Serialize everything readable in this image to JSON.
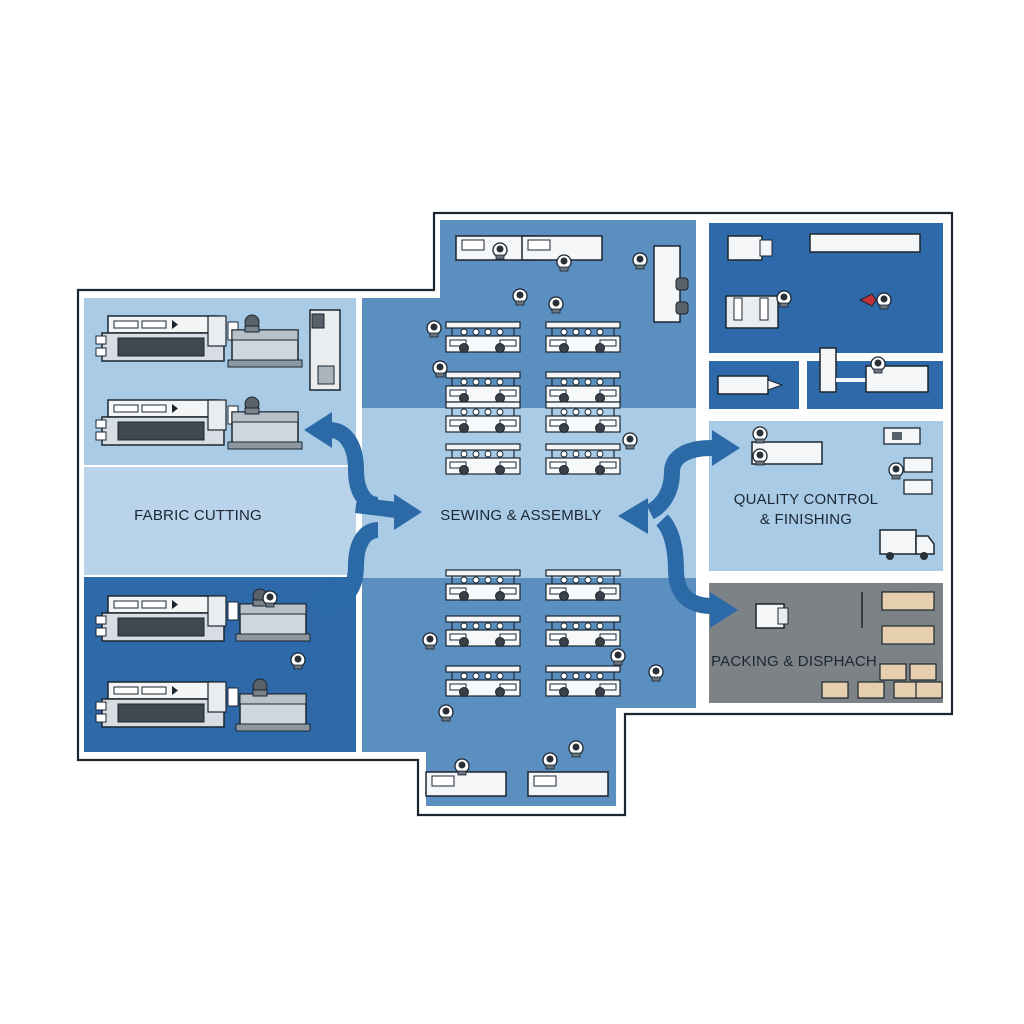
{
  "zones": {
    "cutting": {
      "label": "FABRIC CUTTING"
    },
    "sewing": {
      "label": "SEWING & ASSEMBLY"
    },
    "qc": {
      "label_lines": [
        "QUALITY CONTROL",
        "& FINISHING"
      ]
    },
    "packing": {
      "label": "PACKING & DISPHACH"
    }
  },
  "colors": {
    "light_blue": "#a9cbe6",
    "mid_blue": "#5a8fc0",
    "dark_blue": "#2e6aaa",
    "grey_zone": "#7d8286",
    "arrow": "#2b6aa6",
    "outline": "#1b2630",
    "box": "#e6cfae"
  }
}
